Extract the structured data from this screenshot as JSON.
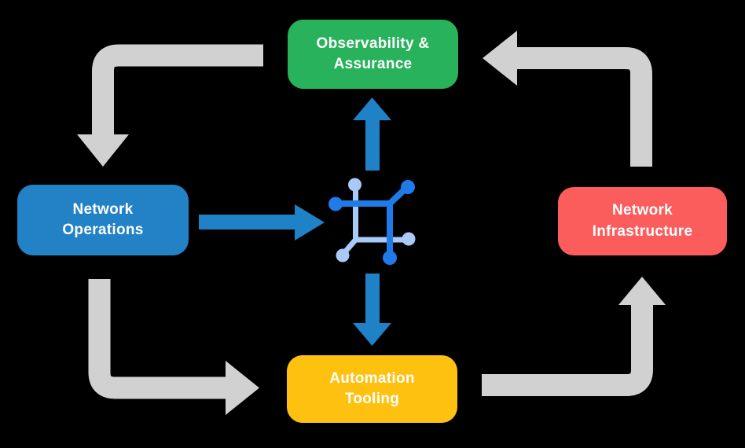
{
  "diagram": {
    "colors": {
      "background": "#000000",
      "text": "#FFFFFF",
      "arrow_gray": "#D1D1D1",
      "arrow_blue": "#1F81C6",
      "icon_dark": "#1E7BE8",
      "icon_light": "#A9C9F6"
    },
    "nodes": {
      "observability": {
        "line1": "Observability &",
        "line2": "Assurance",
        "color": "#28B25C"
      },
      "operations": {
        "line1": "Network",
        "line2": "Operations",
        "color": "#2282C5"
      },
      "infrastructure": {
        "line1": "Network",
        "line2": "Infrastructure",
        "color": "#FB5C5C"
      },
      "automation": {
        "line1": "Automation",
        "line2": "Tooling",
        "color": "#FFC110"
      }
    },
    "center_icon": "network-automation-icon"
  }
}
